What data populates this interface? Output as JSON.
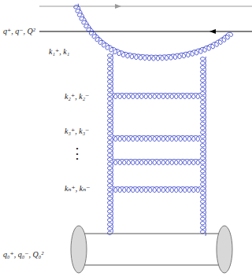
{
  "diagram": {
    "labels": [
      "q⁺, q⁻, Q²",
      "k₁⁺, k₁",
      "k₂⁺, k₂⁻",
      "k₃⁺, k₃⁻",
      "⋮",
      "kₙ⁺, kₙ⁻",
      "q₀⁺, q₀⁻, Q₀²"
    ]
  }
}
